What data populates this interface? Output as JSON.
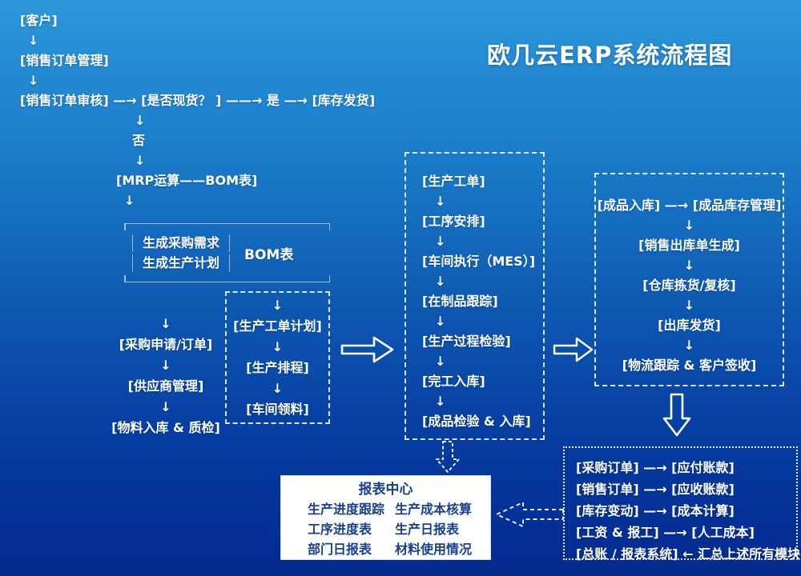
{
  "title": "欧几云ERP系统流程图",
  "glyphs": {
    "down": "↓"
  },
  "top_flow": {
    "customer": "[客户]",
    "sales_order_mgmt": "[销售订单管理]",
    "review_row": "[销售订单审核] —→ [是否现货？ ] ——→ 是 —→ [库存发货]",
    "no_label": "否",
    "mrp": "[MRP运算——BOM表]"
  },
  "mrp_output": {
    "line1": "生成采购需求",
    "line2": "生成生产计划",
    "bom_label": "BOM表"
  },
  "purchase_col": {
    "items": [
      "[采购申请/订单]",
      "[供应商管理]",
      "[物料入库 & 质检]"
    ]
  },
  "workorder_box": {
    "items": [
      "[生产工单计划]",
      "[生产排程]",
      "[车间领料]"
    ]
  },
  "production_box": {
    "items": [
      "[生产工单]",
      "[工序安排]",
      "[车间执行（MES）]",
      "[在制品跟踪]",
      "[生产过程检验]",
      "[完工入库]",
      "[成品检验 & 入库]"
    ]
  },
  "warehouse_box": {
    "first_row": "[成品入库] —→ [成品库存管理]",
    "items": [
      "[销售出库单生成]",
      "[仓库拣货/复核]",
      "[出库发货]",
      "[物流跟踪 & 客户签收]"
    ]
  },
  "finance_box": {
    "rows": [
      "[采购订单] —→ [应付账款]",
      "[销售订单] —→ [应收账款]",
      "[库存变动] —→ [成本计算]",
      "[工资 & 报工] —→ [人工成本]",
      "[总账 / 报表系统] ← 汇总上述所有模块"
    ]
  },
  "report_center": {
    "title": "报表中心",
    "rows": [
      [
        "生产进度跟踪",
        "生产成本核算"
      ],
      [
        "工序进度表",
        "生产日报表"
      ],
      [
        "部门日报表",
        "材料使用情况"
      ]
    ]
  },
  "colors": {
    "bg_top": "#2b97da",
    "bg_bottom": "#032a8f",
    "text": "#ffffff",
    "report_text": "#17418f"
  }
}
